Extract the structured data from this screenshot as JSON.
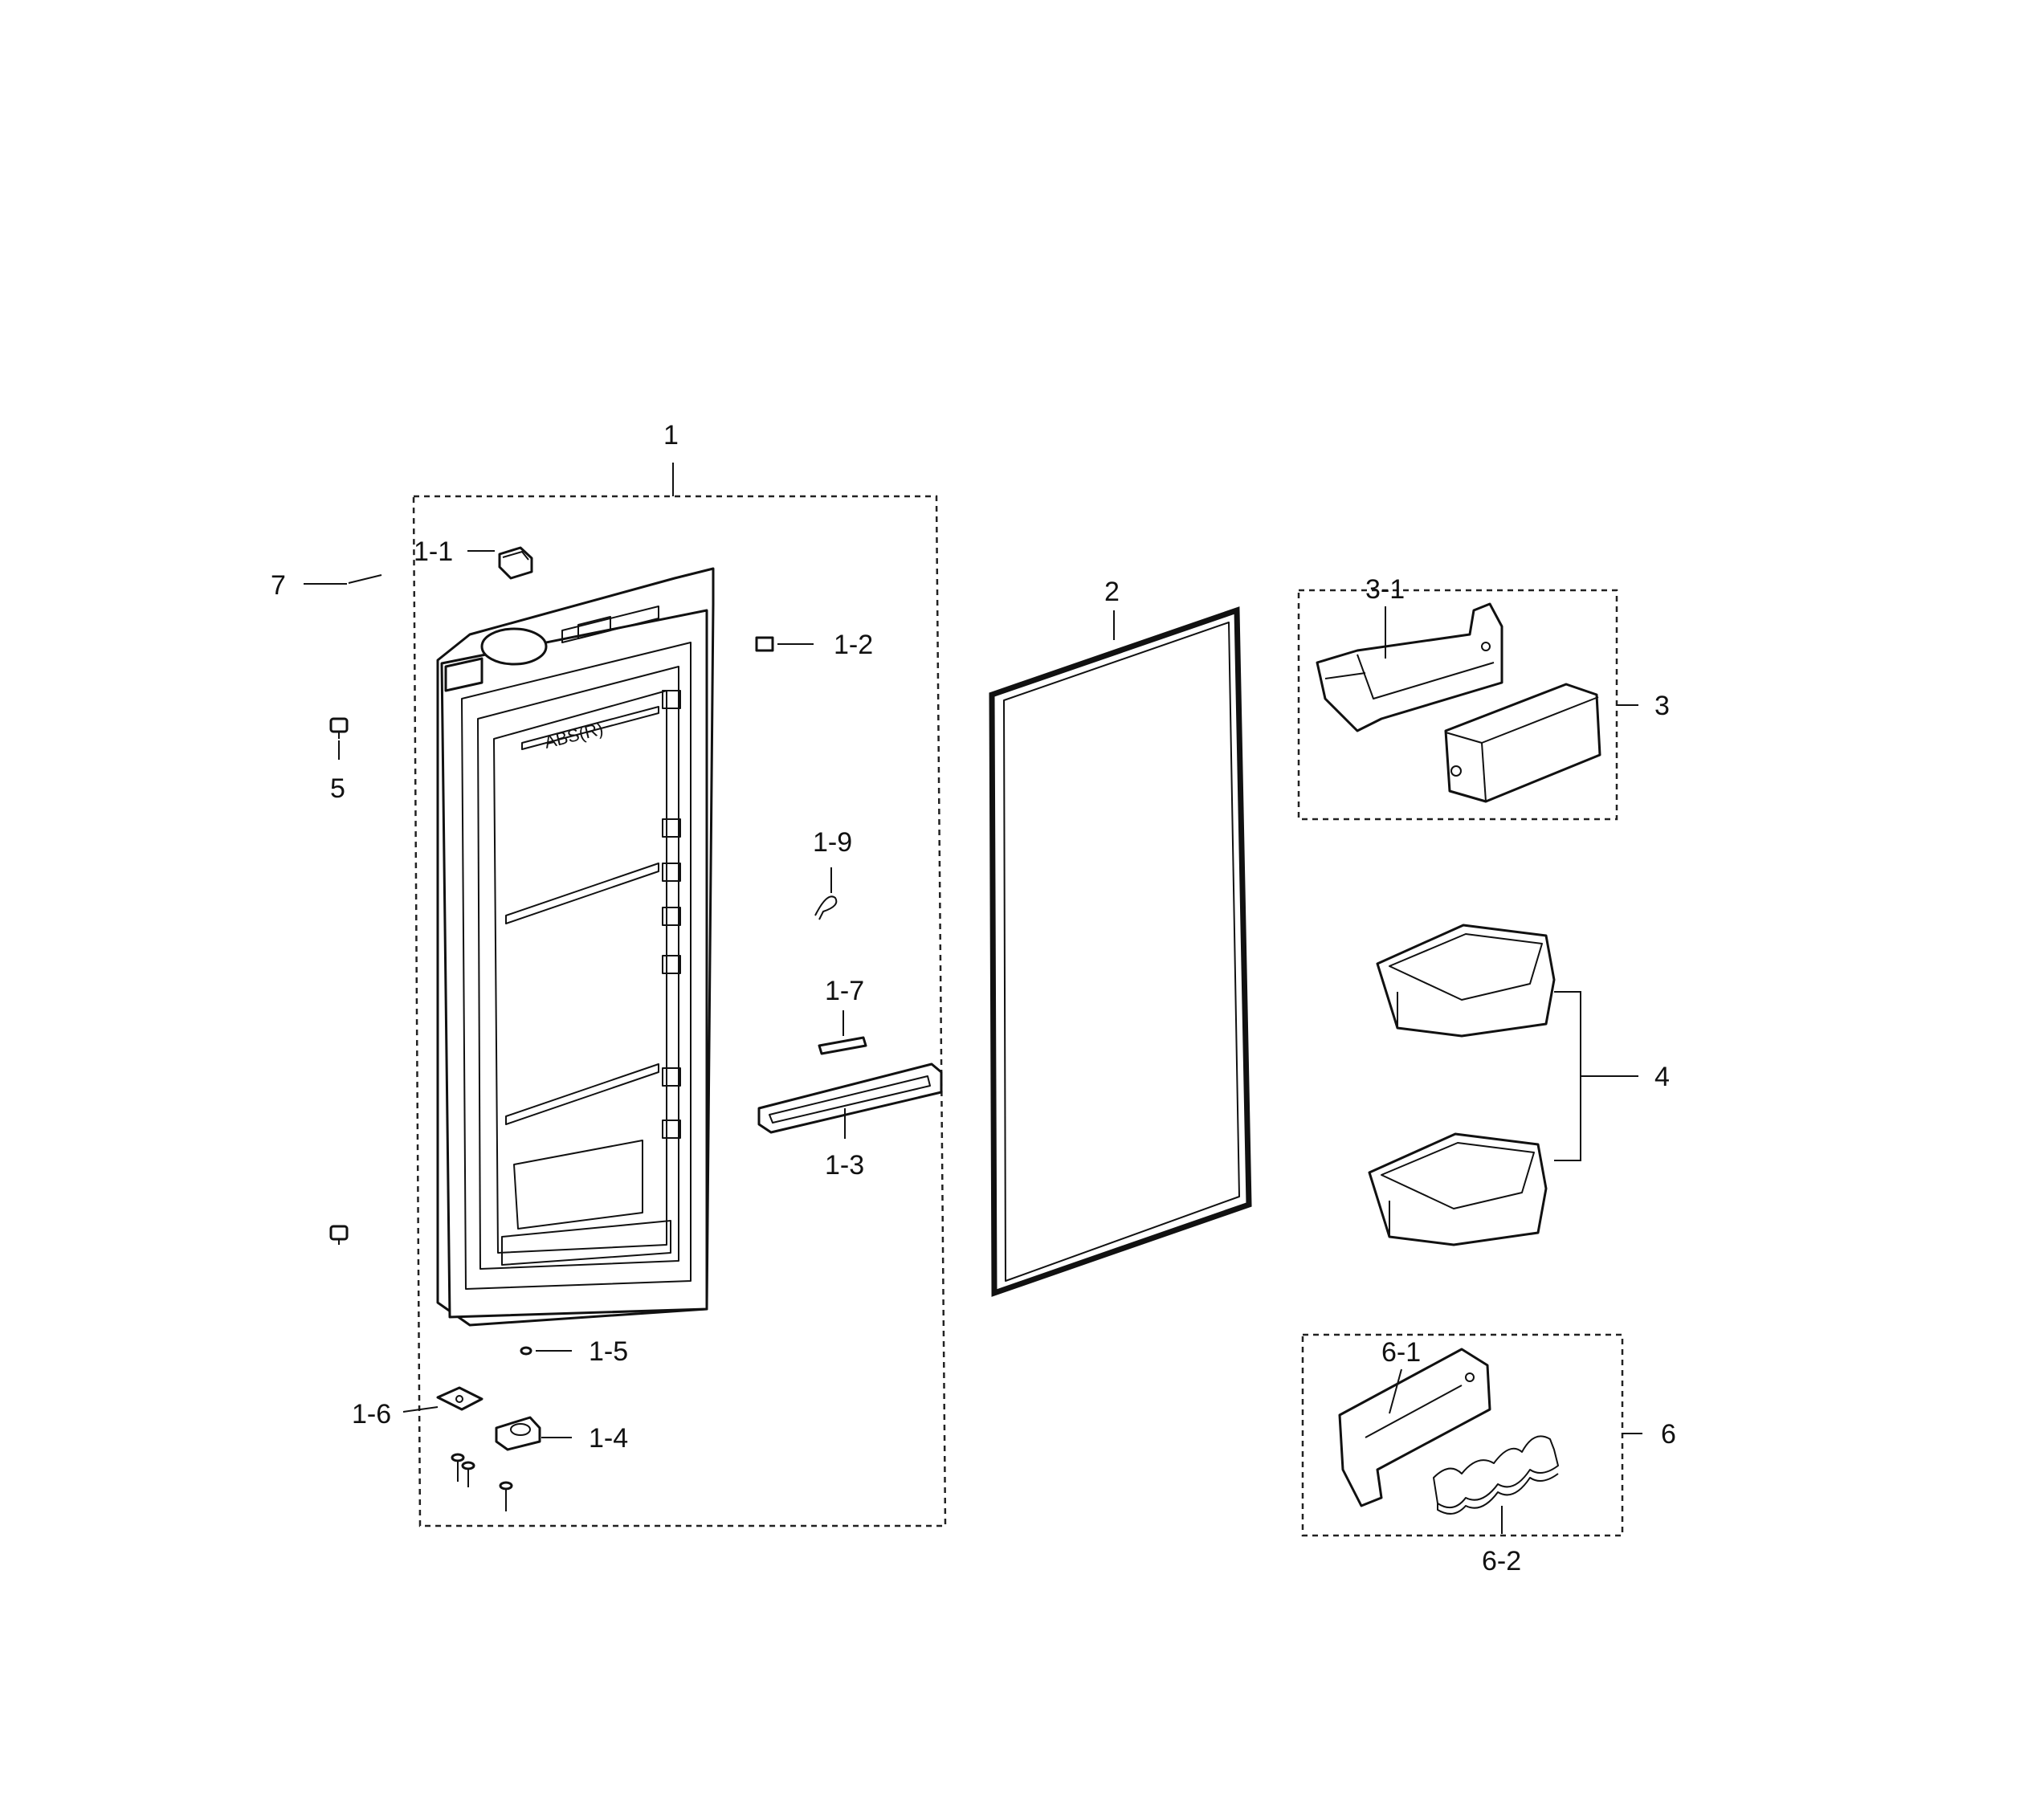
{
  "diagram": {
    "callouts": {
      "c1": "1",
      "c1_1": "1-1",
      "c1_2": "1-2",
      "c1_3": "1-3",
      "c1_4": "1-4",
      "c1_5": "1-5",
      "c1_6": "1-6",
      "c1_7": "1-7",
      "c1_9": "1-9",
      "c2": "2",
      "c3": "3",
      "c3_1": "3-1",
      "c4": "4",
      "c5": "5",
      "c6": "6",
      "c6_1": "6-1",
      "c6_2": "6-2",
      "c7": "7"
    },
    "embossed_text": "ABS(R)"
  }
}
